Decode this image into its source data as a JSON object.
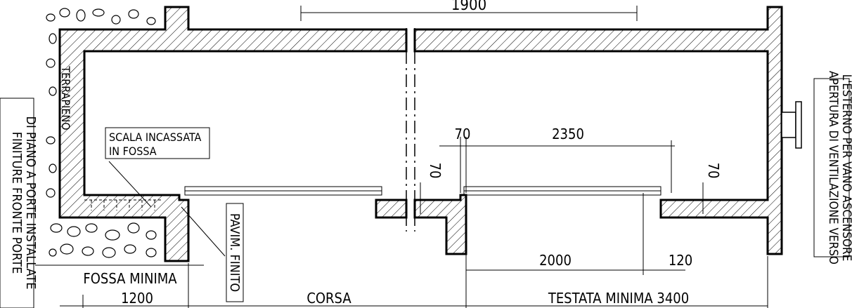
{
  "drawing": {
    "dim_top_width": "1900",
    "dim_70_left": "70",
    "dim_2350": "2350",
    "dim_70_vertical_left": "70",
    "dim_70_vertical_right": "70",
    "dim_2000": "2000",
    "dim_120": "120",
    "fossa_minima": "FOSSA MINIMA",
    "fossa_1200": "1200",
    "corsa": "CORSA",
    "testata_minima": "TESTATA MINIMA 3400",
    "pavim_finito": "PAVIM. FINITO",
    "terrapieno": "TERRAPIENO",
    "scala_line1": "SCALA INCASSATA",
    "scala_line2": "IN FOSSA",
    "finiture_line1": "FINITURE FRONTE PORTE",
    "finiture_line2": "DI PIANO A PORTE INSTALLATE",
    "apertura_line1": "APERTURA DI VENTILAZIONE VERSO",
    "apertura_line2": "L'ESTERNO PER VANO ASCENSORE"
  },
  "colors": {
    "ink": "#000000",
    "paper": "#ffffff"
  }
}
